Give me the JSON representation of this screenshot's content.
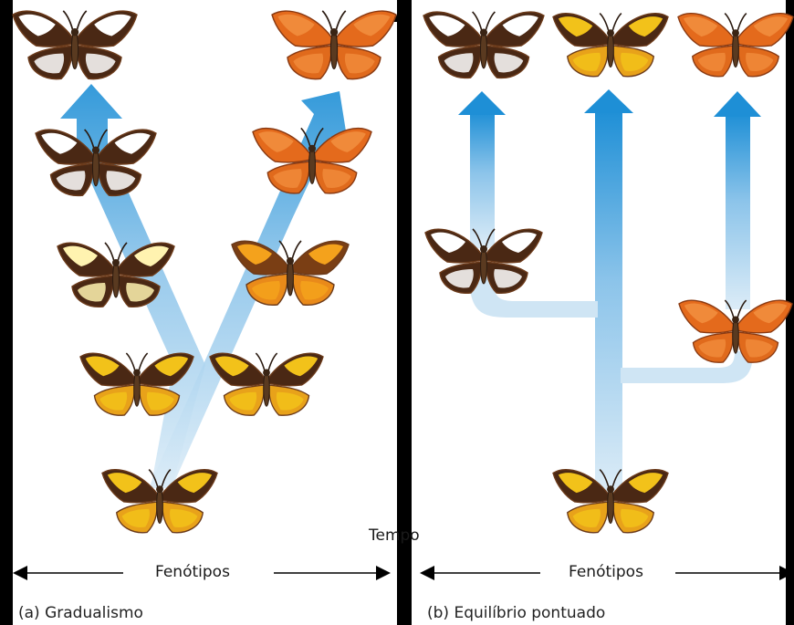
{
  "axis": {
    "time_label": "Tempo"
  },
  "panels": [
    {
      "id": "a",
      "phenotype_label": "Fenótipos",
      "caption": "(a) Gradualismo"
    },
    {
      "id": "b",
      "phenotype_label": "Fenótipos",
      "caption": "(b) Equilíbrio pontuado"
    }
  ],
  "colors": {
    "background": "#000000",
    "panel": "#ffffff",
    "arrow_dark": "#1e8fd6",
    "arrow_light": "#d6eaf6",
    "wing_dark": "#4a2814",
    "wing_yellow": "#f2c21a",
    "wing_orange": "#e46a1c",
    "wing_white": "#ffffff"
  },
  "butterflies": [
    {
      "panel": "a",
      "variant": "white"
    },
    {
      "panel": "a",
      "variant": "white"
    },
    {
      "panel": "a",
      "variant": "cream"
    },
    {
      "panel": "a",
      "variant": "yellow"
    },
    {
      "panel": "a",
      "variant": "yellow"
    },
    {
      "panel": "a",
      "variant": "yellow"
    },
    {
      "panel": "a",
      "variant": "amber"
    },
    {
      "panel": "a",
      "variant": "orange"
    },
    {
      "panel": "a",
      "variant": "orange"
    },
    {
      "panel": "b",
      "variant": "yellow"
    },
    {
      "panel": "b",
      "variant": "white"
    },
    {
      "panel": "b",
      "variant": "orange"
    },
    {
      "panel": "b",
      "variant": "white"
    },
    {
      "panel": "b",
      "variant": "yellow"
    },
    {
      "panel": "b",
      "variant": "orange"
    }
  ]
}
